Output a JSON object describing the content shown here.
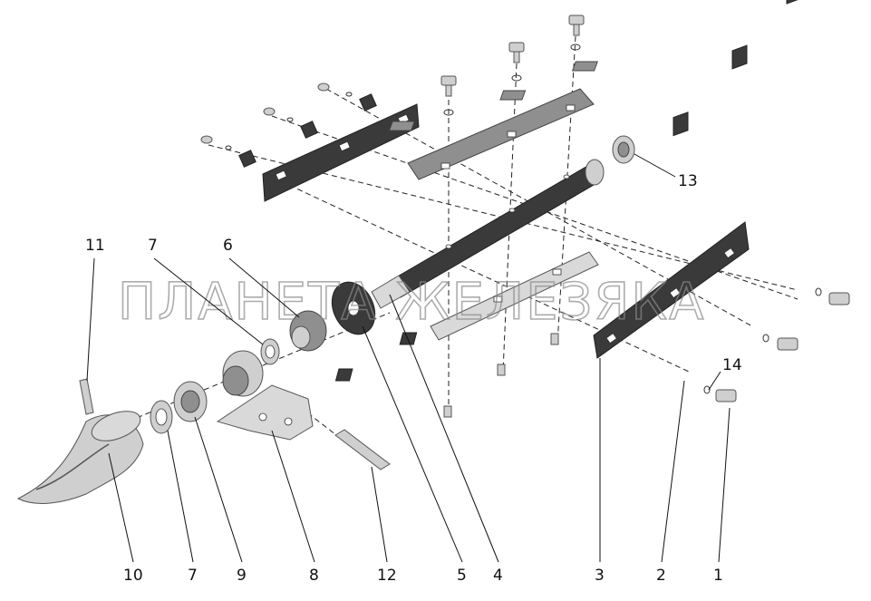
{
  "watermark": "ПЛАНЕТА ЖЕЛЕЗЯКА",
  "callouts": [
    "1",
    "2",
    "3",
    "4",
    "5",
    "6",
    "7",
    "7",
    "8",
    "9",
    "10",
    "11",
    "12",
    "13",
    "14"
  ]
}
